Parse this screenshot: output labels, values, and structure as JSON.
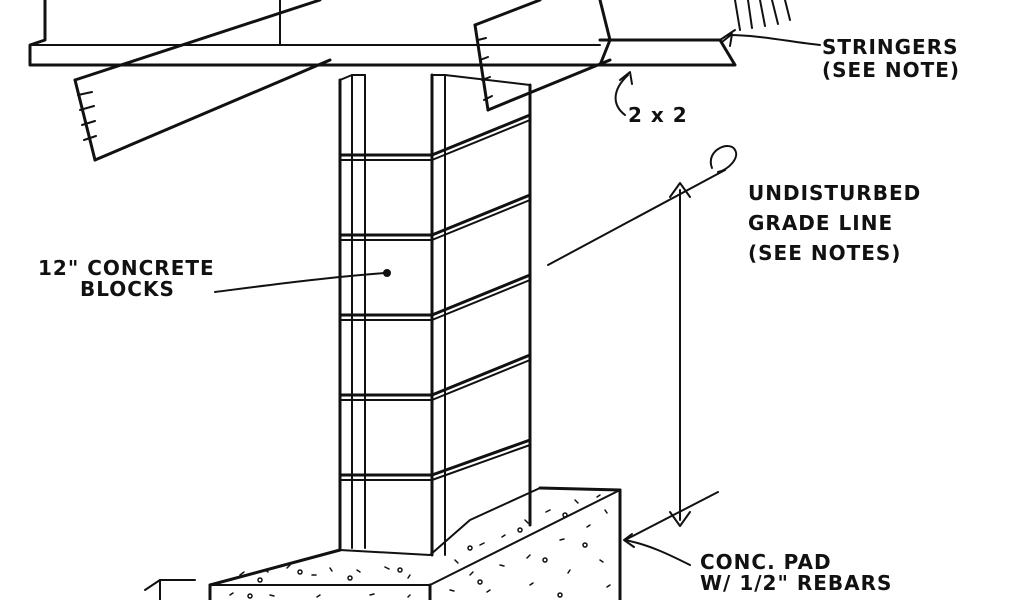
{
  "labels": {
    "stringers_line1": "STRINGERS",
    "stringers_line2": "(SEE NOTE)",
    "two_by_two": "2 x 2",
    "grade_line1": "UNDISTURBED",
    "grade_line2": "GRADE LINE",
    "grade_line3": "(SEE NOTES)",
    "blocks_line1": "12\" CONCRETE",
    "blocks_line2": "BLOCKS",
    "pad_line1": "CONC. PAD",
    "pad_line2": "W/ 1/2\" REBARS"
  },
  "colors": {
    "ink": "#111111",
    "paper": "#ffffff"
  }
}
